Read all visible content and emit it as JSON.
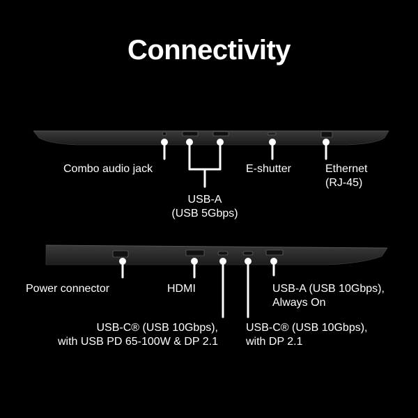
{
  "title": "Connectivity",
  "colors": {
    "background": "#000000",
    "text": "#ffffff",
    "laptop": "#2b2b2b"
  },
  "left_side": {
    "ports": [
      {
        "name": "combo-audio-jack",
        "label": [
          "Combo audio jack"
        ]
      },
      {
        "name": "usb-a",
        "label": [
          "USB-A",
          "(USB 5Gbps)"
        ]
      },
      {
        "name": "e-shutter",
        "label": [
          "E-shutter"
        ]
      },
      {
        "name": "ethernet",
        "label": [
          "Ethernet",
          "(RJ-45)"
        ]
      }
    ]
  },
  "right_side": {
    "ports": [
      {
        "name": "power-connector",
        "label": [
          "Power connector"
        ]
      },
      {
        "name": "hdmi",
        "label": [
          "HDMI"
        ]
      },
      {
        "name": "usb-c-pd",
        "label": [
          "USB-C® (USB 10Gbps),",
          "with USB PD 65-100W & DP 2.1"
        ]
      },
      {
        "name": "usb-c-dp",
        "label": [
          "USB-C® (USB 10Gbps),",
          "with DP 2.1"
        ]
      },
      {
        "name": "usb-a-always-on",
        "label": [
          "USB-A (USB 10Gbps),",
          "Always On"
        ]
      }
    ]
  }
}
